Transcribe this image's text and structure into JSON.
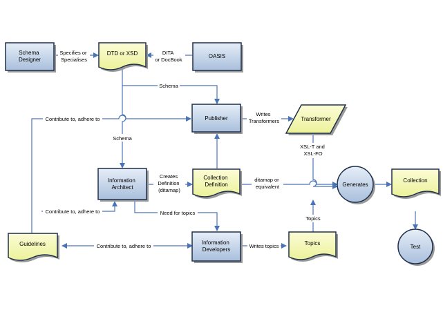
{
  "nodes": {
    "schema_designer": [
      "Schema",
      "Designer"
    ],
    "dtd_xsd": [
      "DTD or XSD"
    ],
    "oasis": [
      "OASIS"
    ],
    "publisher": [
      "Publisher"
    ],
    "transformer": [
      "Transformer"
    ],
    "information_architect": [
      "Information",
      "Architect"
    ],
    "collection_definition": [
      "Collection",
      "Definition"
    ],
    "generates": [
      "Generates"
    ],
    "collection": [
      "Collection"
    ],
    "guidelines": [
      "Guidelines"
    ],
    "information_developers": [
      "Information",
      "Developers"
    ],
    "topics": [
      "Topics"
    ],
    "test": [
      "Test"
    ]
  },
  "edges": {
    "specifies": [
      "Specifies or",
      "Specialises"
    ],
    "dita_docbook": [
      "DITA",
      "or DocBook"
    ],
    "schema_to_publisher": [
      "Schema"
    ],
    "contribute_publisher": [
      "Contribute to, adhere to"
    ],
    "writes_transformers": [
      "Writes",
      "Transformers"
    ],
    "schema_to_architect": [
      "Schema"
    ],
    "xslt": [
      "XSL-T and",
      "XSL-FO"
    ],
    "creates_definition": [
      "Creates",
      "Definition",
      "(ditamap)"
    ],
    "ditamap_equivalent": [
      "ditamap or",
      "equivalent"
    ],
    "contribute_architect": [
      "Contribute to, adhere to"
    ],
    "need_for_topics": [
      "Need for topics"
    ],
    "topics_up": [
      "Topics"
    ],
    "contribute_guidelines": [
      "Contribute to, adhere to"
    ],
    "writes_topics": [
      "Writes topics"
    ]
  }
}
